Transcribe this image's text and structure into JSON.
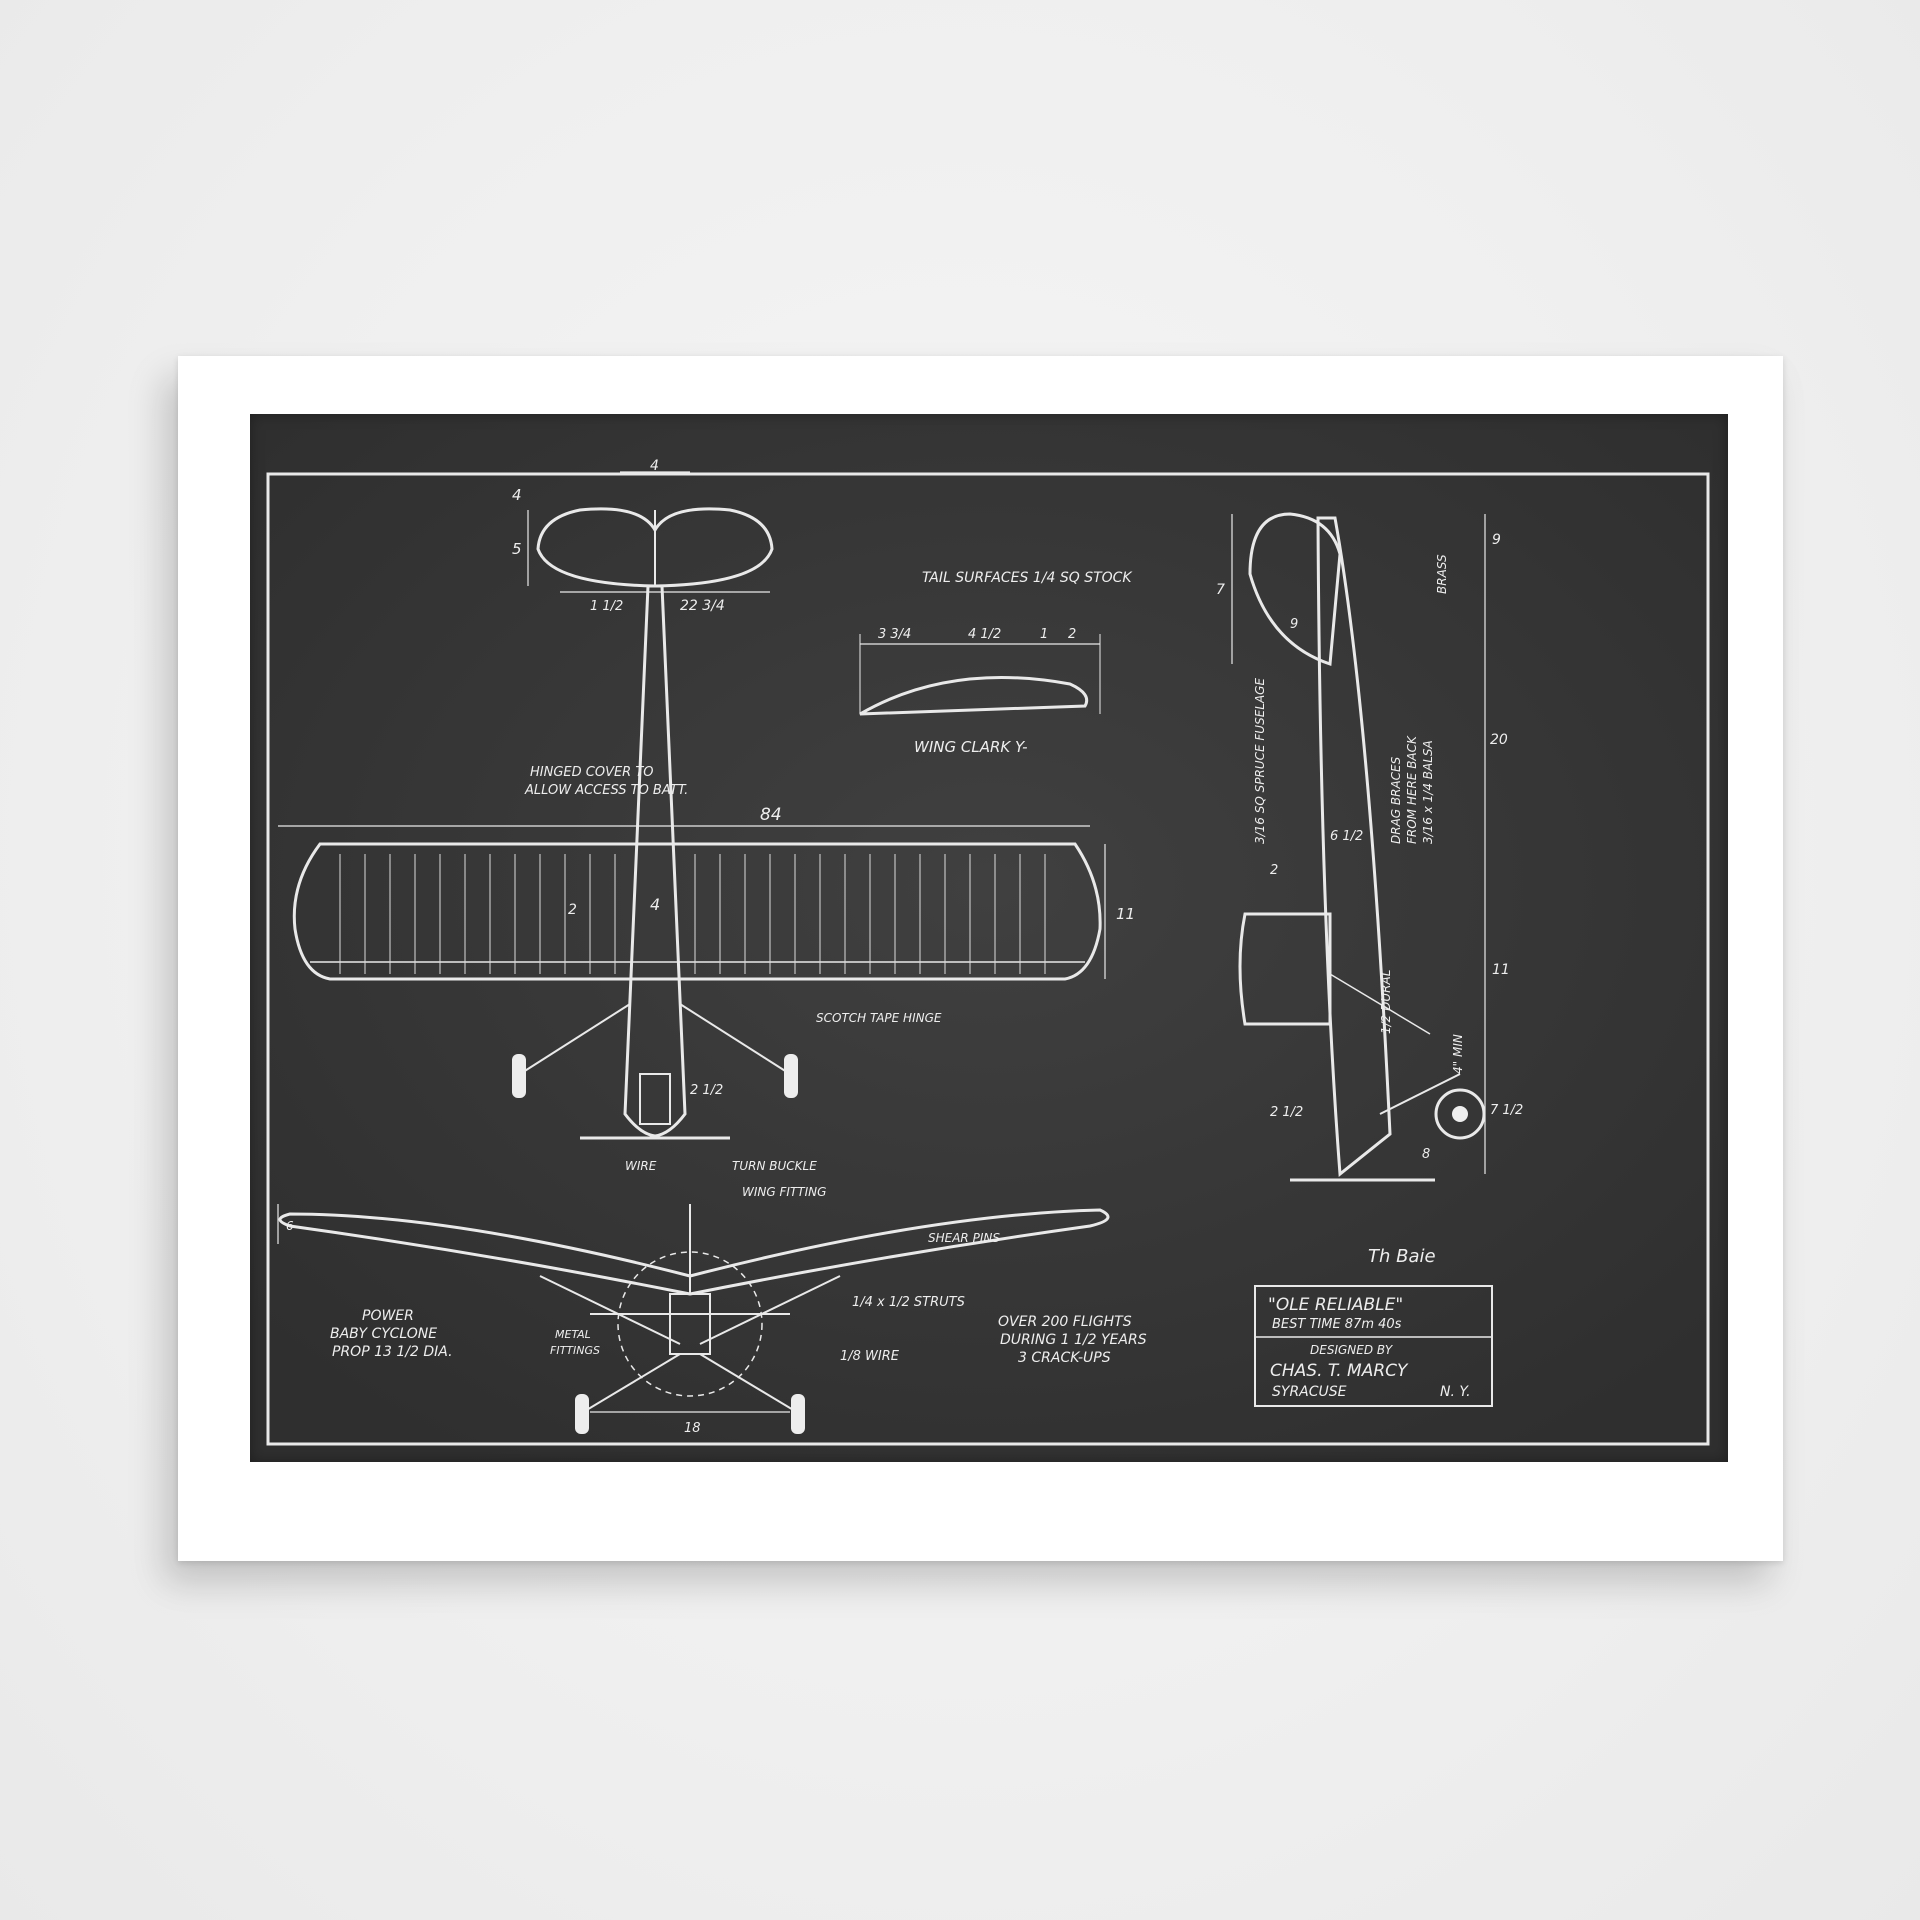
{
  "blueprint": {
    "tail_surfaces": "TAIL SURFACES 1/4 SQ STOCK",
    "wing_section": "WING CLARK Y-",
    "hinged_cover": [
      "HINGED COVER TO",
      "ALLOW ACCESS TO BATT."
    ],
    "scotch_tape": "SCOTCH TAPE HINGE",
    "span": "84",
    "wire": "WIRE",
    "turn_buckle": "TURN BUCKLE",
    "wing_fitting": "WING FITTING",
    "shear_pins": "SHEAR PINS",
    "struts": "1/4 x 1/2 STRUTS",
    "metal_fittings": [
      "METAL",
      "FITTINGS"
    ],
    "wire_gauge": "1/8 WIRE",
    "track": "18",
    "power": [
      "POWER",
      "BABY CYCLONE",
      "PROP 13 1/2 DIA."
    ],
    "flights": [
      "OVER 200 FLIGHTS",
      "DURING 1 1/2 YEARS",
      "3 CRACK-UPS"
    ],
    "fuselage": "3/16 SQ SPRUCE FUSELAGE",
    "drag_braces": [
      "DRAG BRACES",
      "FROM HERE BACK",
      "3/16 x 1/4 BALSA"
    ],
    "dural": "1/2 DURAL",
    "brass": "BRASS",
    "min": "4\" MIN",
    "signature": "Th Baie",
    "title_block": {
      "name": "\"OLE RELIABLE\"",
      "best_time": "BEST TIME 87m 40s",
      "designed_by": "DESIGNED BY",
      "designer": "CHAS. T. MARCY",
      "city": "SYRACUSE",
      "state": "N. Y."
    },
    "dims": {
      "d4": "4",
      "d5": "5",
      "d4b": "4",
      "d1half": "1 1/2",
      "d22": "22 3/4",
      "d2": "2",
      "d4c": "4",
      "d11": "11",
      "d2half": "2 1/2",
      "w34": "3 3/4",
      "w42": "4 1/2",
      "w1": "1",
      "w2": "2",
      "d6": "6",
      "d7": "7",
      "d9": "9",
      "d20": "20",
      "d11b": "11",
      "d7half": "7 1/2",
      "d8": "8",
      "d6half": "6 1/2",
      "d2b": "2",
      "d2halfb": "2 1/2",
      "d9b": "9"
    }
  }
}
